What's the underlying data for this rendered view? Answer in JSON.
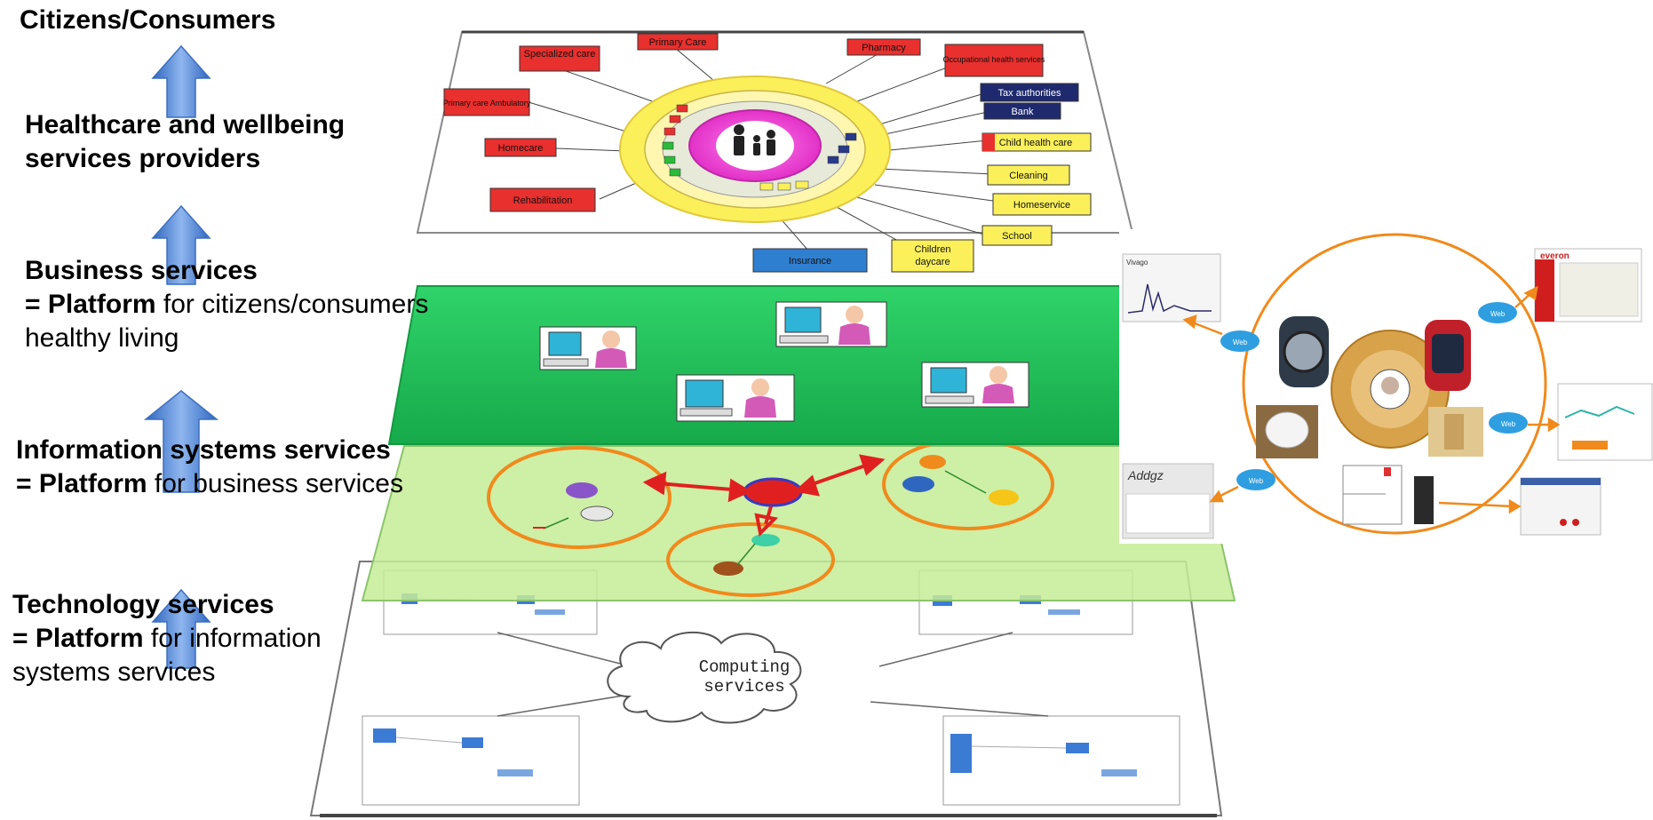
{
  "labels": {
    "citizens": "Citizens/Consumers",
    "healthcare_line1": "Healthcare and wellbeing",
    "healthcare_line2": "services providers",
    "business_title": "Business services",
    "business_prefix": "= Platform",
    "business_suffix": " for citizens/consumers",
    "business_line3": "healthy living",
    "info_title": "Information systems services",
    "info_prefix": "= Platform",
    "info_suffix": " for business services",
    "tech_title": "Technology services",
    "tech_prefix": "= Platform",
    "tech_suffix": " for information",
    "tech_line3": "systems services"
  },
  "cloud_label_line1": "Computing",
  "cloud_label_line2": "services",
  "care_boxes": {
    "specialized_care": "Specialized care",
    "primary_care": "Primary Care",
    "pharmacy": "Pharmacy",
    "occupational": "Occupational health services",
    "primary_care_ambulatory": "Primary care Ambulatory",
    "tax_authorities": "Tax authorities",
    "bank": "Bank",
    "child_health_care": "Child health care",
    "homecare": "Homecare",
    "cleaning": "Cleaning",
    "rehabilitation": "Rehabilitation",
    "homeservice": "Homeservice",
    "school": "School",
    "children_daycare_1": "Children",
    "children_daycare_2": "daycare",
    "insurance": "Insurance"
  },
  "ecosystem": {
    "vitalogs_title": "Vivago",
    "everon_title": "everon",
    "addgz_title": "Addgz",
    "web_labels": [
      "Web",
      "Web",
      "Web",
      "Web"
    ]
  },
  "colors": {
    "arrow_fill": "#4f87d6",
    "green_layer": "#22c55e",
    "lightgreen_layer": "#c9ee9a",
    "orange_ring": "#f08a1c",
    "red_arrow": "#e02020",
    "magenta_core": "#ee3bd0",
    "yellow_ring": "#fbf05a"
  }
}
